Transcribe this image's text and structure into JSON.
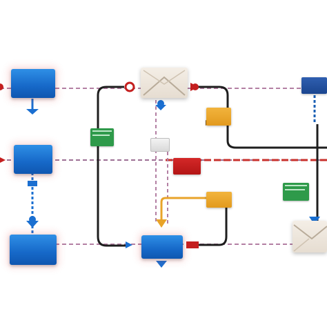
{
  "diagram": {
    "colors": {
      "blue": "#1a6fd1",
      "dashed_pink": "#b07aa0",
      "dashed_red": "#c9302c",
      "orange": "#e8a329",
      "black_line": "#1e1e1e",
      "green": "#2e9a4a",
      "red": "#c41f1f"
    },
    "nodes": [
      {
        "name": "process-block-top-left",
        "shape": "blue-rectangle"
      },
      {
        "name": "process-block-mid-left",
        "shape": "blue-rectangle"
      },
      {
        "name": "process-block-bottom-left",
        "shape": "blue-rectangle"
      },
      {
        "name": "process-block-bottom-center",
        "shape": "blue-rectangle"
      },
      {
        "name": "envelope-top-center",
        "shape": "envelope"
      },
      {
        "name": "envelope-bottom-right",
        "shape": "envelope"
      },
      {
        "name": "green-card-left",
        "shape": "green-card"
      },
      {
        "name": "green-card-right",
        "shape": "green-card"
      },
      {
        "name": "orange-block-upper",
        "shape": "orange-rectangle"
      },
      {
        "name": "orange-block-lower",
        "shape": "orange-rectangle"
      },
      {
        "name": "red-block",
        "shape": "red-rectangle"
      },
      {
        "name": "gray-block",
        "shape": "gray-rectangle"
      },
      {
        "name": "navy-block-top-right",
        "shape": "navy-rectangle"
      }
    ]
  }
}
